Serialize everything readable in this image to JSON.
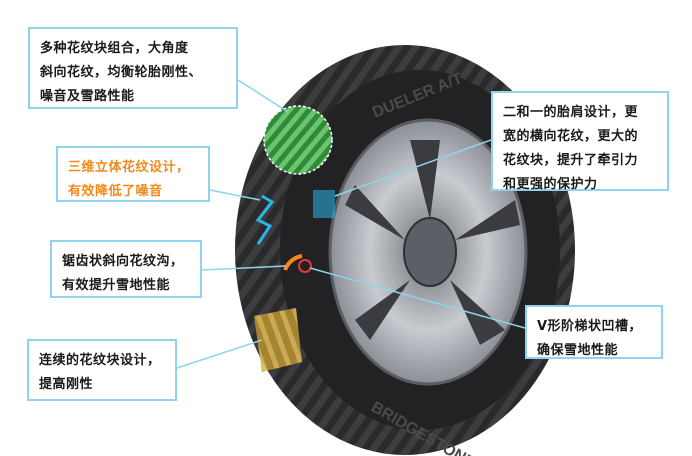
{
  "callouts": {
    "tread_pattern": {
      "lines": [
        "多种花纹块组合，大角度",
        "斜向花纹，均衡轮胎刚性、",
        "噪音及雪路性能"
      ]
    },
    "shoulder_design": {
      "lines": [
        "二和一的胎肩设计，更",
        "宽的横向花纹，更大的",
        "花纹块，提升了牵引力",
        "和更强的保护力"
      ]
    },
    "3d_sipe": {
      "lines": [
        "三维立体花纹设计，",
        "有效降低了噪音"
      ]
    },
    "sawtooth_groove": {
      "lines": [
        "锯齿状斜向花纹沟，",
        "有效提升雪地性能"
      ]
    },
    "v_step_groove": {
      "lines": [
        "V形阶梯状凹槽，",
        "确保雪地性能"
      ]
    },
    "continuous_block": {
      "lines": [
        "连续的花纹块设计，",
        "提高刚性"
      ]
    }
  },
  "tire": {
    "sidewall_text_top": "DUELER A/T",
    "sidewall_text_bottom": "BRIDGESTONE"
  },
  "colors": {
    "callout_border": "#8fd4ec",
    "leader_line": "#8fd4ec",
    "highlight_green": "#4caf50",
    "highlight_yellow": "#c9a43a",
    "highlight_blue": "#29b6e8",
    "text_orange": "#f08a1c"
  }
}
